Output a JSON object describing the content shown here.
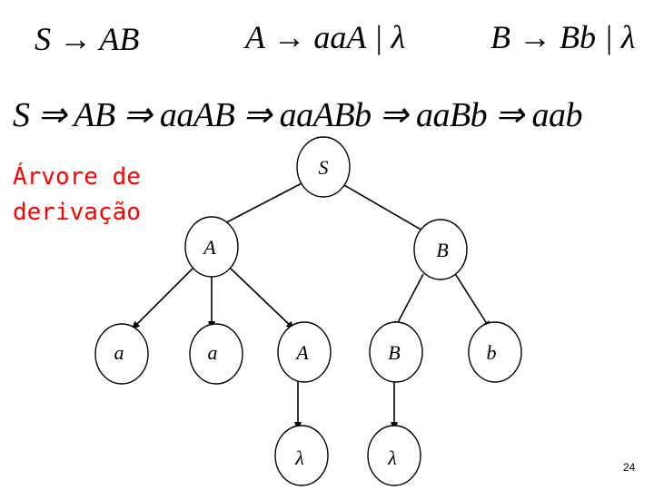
{
  "grammar": {
    "rule_s": "S → AB",
    "rule_a": "A → aaA | λ",
    "rule_b": "B → Bb | λ"
  },
  "derivation": "S ⇒ AB ⇒ aaAB ⇒ aaABb ⇒ aaBb ⇒ aab",
  "caption": "Árvore de derivação",
  "tree": {
    "root": "S",
    "root_children": [
      "A",
      "B"
    ],
    "a_children": [
      "a",
      "a",
      "A"
    ],
    "b_children": [
      "B",
      "b"
    ],
    "a_leaf": "λ",
    "b_leaf": "λ"
  },
  "page_number": "24"
}
